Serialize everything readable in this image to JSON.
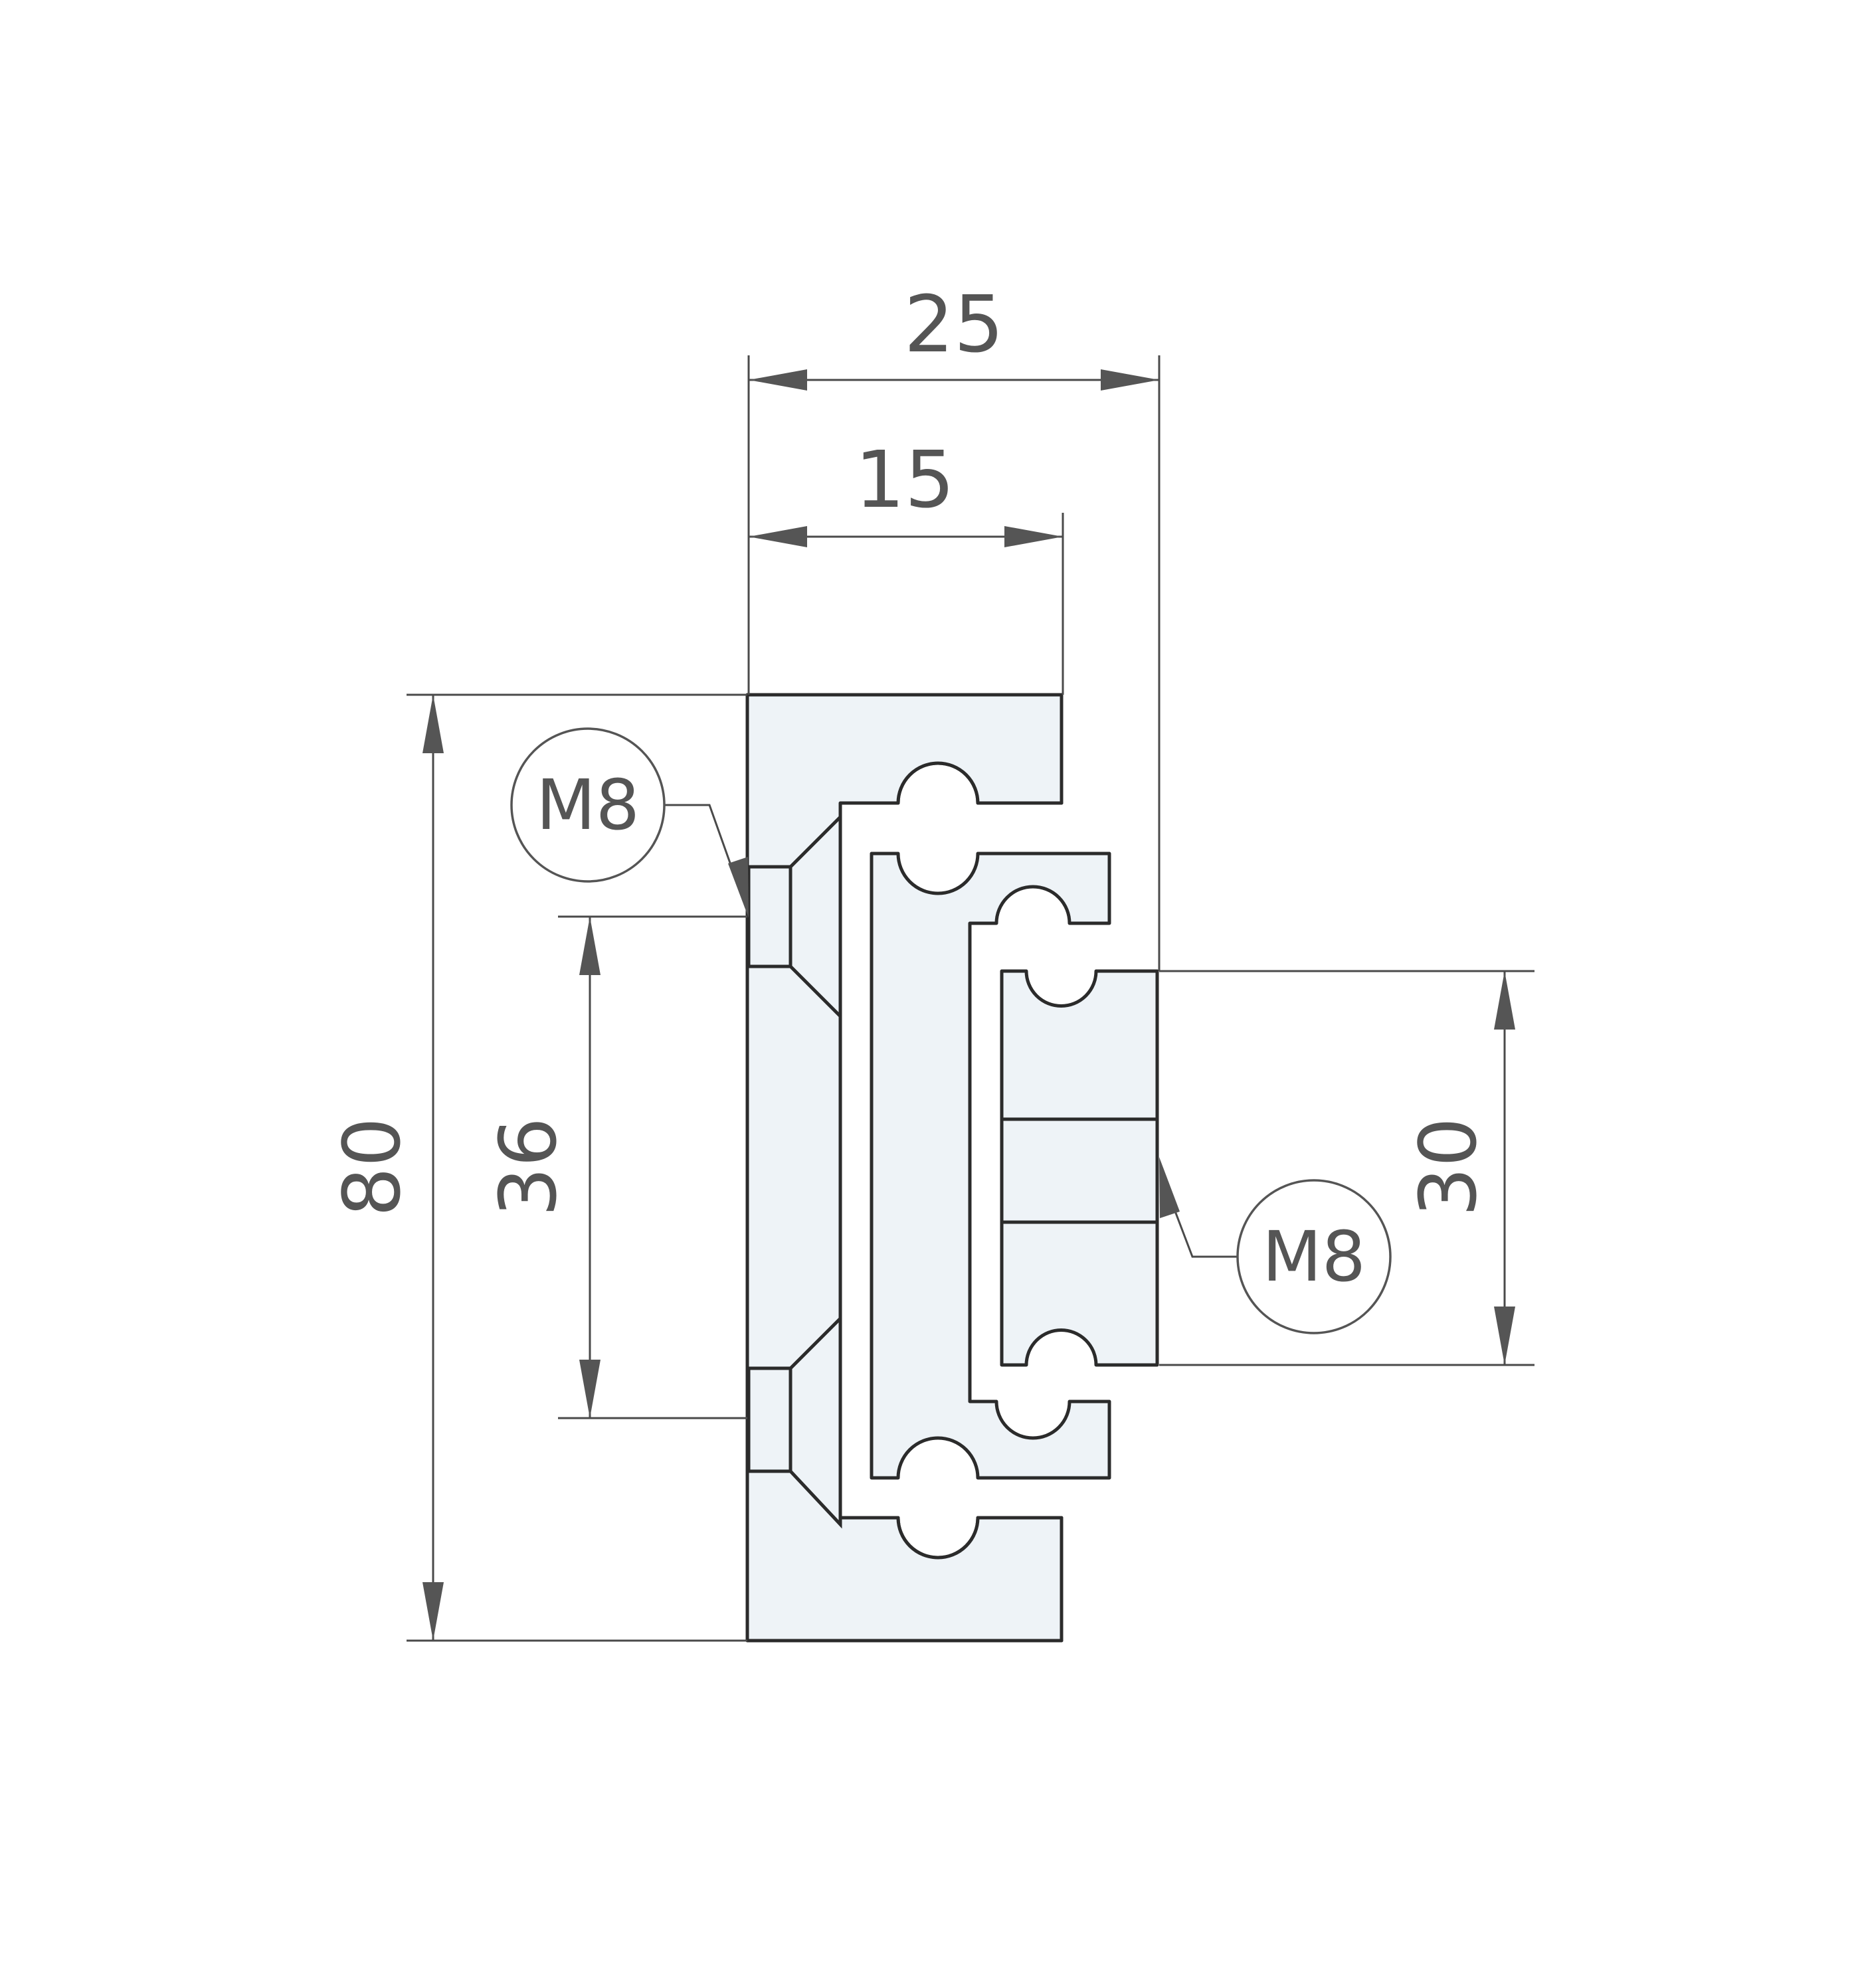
{
  "dimensions": {
    "width_overall": "25",
    "width_inner": "15",
    "height_overall": "80",
    "hole_spacing_left": "36",
    "hole_spacing_right": "30"
  },
  "callouts": {
    "left_thread": "M8",
    "right_thread": "M8"
  },
  "colors": {
    "hatch": "#e0607a",
    "section_fill": "#eef3f7",
    "outline": "#2b2b2b",
    "dimension": "#555555"
  }
}
